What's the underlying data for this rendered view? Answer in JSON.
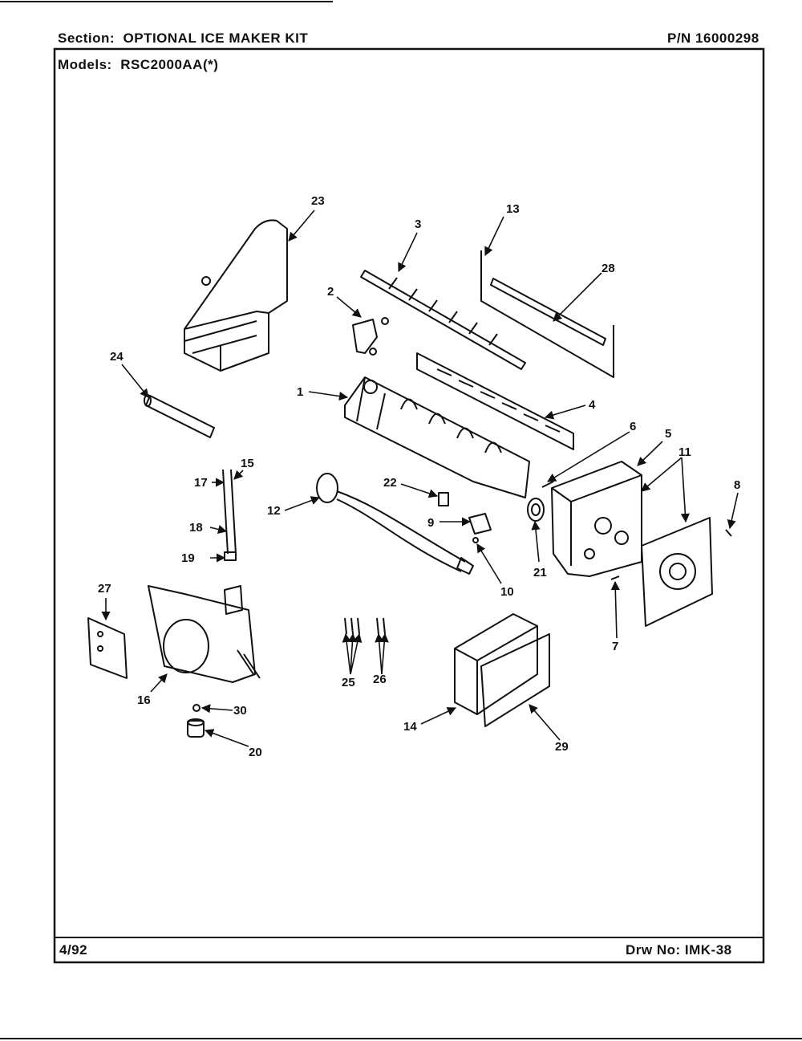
{
  "header": {
    "section_label": "Section:",
    "section_value": "OPTIONAL ICE MAKER KIT",
    "part_number": "P/N 16000298",
    "models_label": "Models:",
    "models_value": "RSC2000AA(*)"
  },
  "footer": {
    "date": "4/92",
    "drawing_no": "Drw No: IMK-38"
  },
  "callouts": {
    "c1": "1",
    "c2": "2",
    "c3": "3",
    "c4": "4",
    "c5": "5",
    "c6": "6",
    "c7": "7",
    "c8": "8",
    "c9": "9",
    "c10": "10",
    "c11": "11",
    "c12": "12",
    "c13": "13",
    "c14": "14",
    "c15": "15",
    "c16": "16",
    "c17": "17",
    "c18": "18",
    "c19": "19",
    "c20": "20",
    "c21": "21",
    "c22": "22",
    "c23": "23",
    "c24": "24",
    "c25": "25",
    "c26": "26",
    "c27": "27",
    "c28": "28",
    "c29": "29",
    "c30": "30"
  }
}
